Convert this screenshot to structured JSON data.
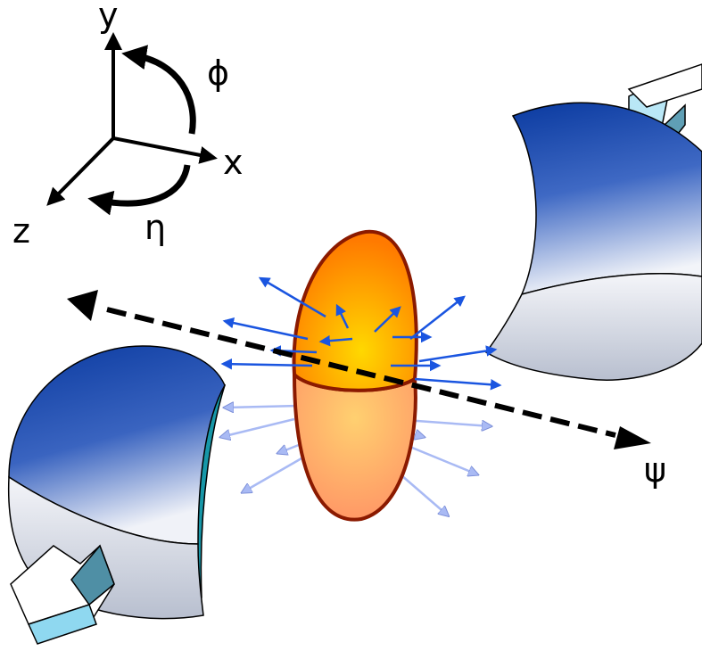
{
  "axes": {
    "y_label": "y",
    "x_label": "x",
    "z_label": "z",
    "phi_label": "ϕ",
    "eta_label": "η"
  },
  "event_plane": {
    "psi_label": "ψ"
  },
  "colors": {
    "nucleus_dark": "#0a3aa0",
    "nucleus_light": "#d3d8e4",
    "nucleus_side": "#1797a8",
    "fireball_top": "#ff8a00",
    "fireball_bottom": "#ffb070",
    "fireball_outline": "#8b1a00",
    "arrow_strong": "#1a55e0",
    "arrow_weak": "#9fb2f2",
    "beam_arrow": "#8fd8f0"
  }
}
